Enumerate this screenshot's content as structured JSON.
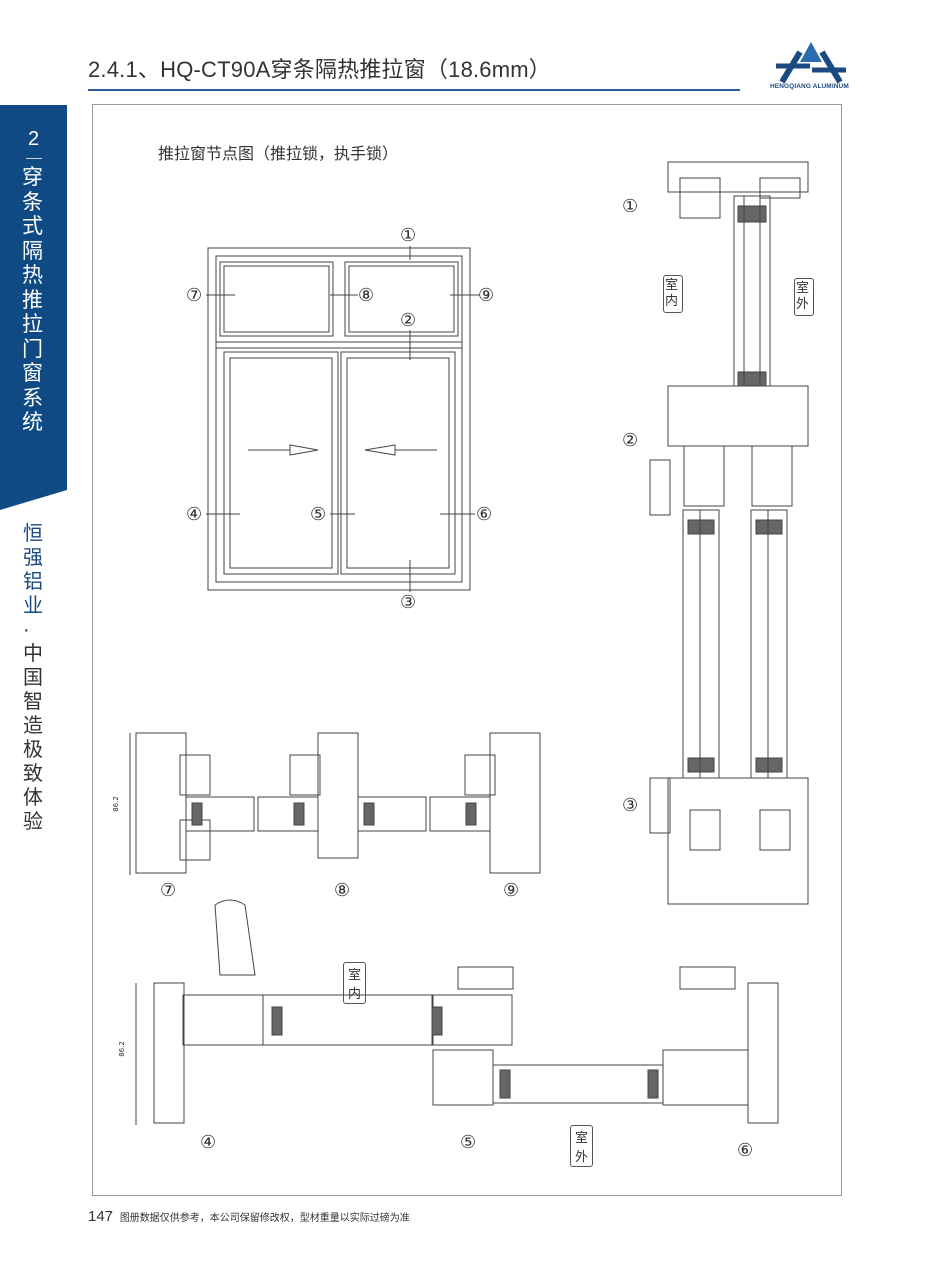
{
  "header": {
    "title": "2.4.1、HQ-CT90A穿条隔热推拉窗（18.6mm）",
    "logo_text": "HENGQIANG ALUMINUM",
    "accent_color": "#2a5d96"
  },
  "sidebar": {
    "chapter_number": "2",
    "chapter_title": "穿条式隔热推拉门窗系统",
    "slogan_brand": "恒强铝业",
    "slogan_dot": "·",
    "slogan_rest": "中国智造极致体验",
    "band_color": "#0f4a85"
  },
  "content": {
    "subtitle": "推拉窗节点图（推拉锁，执手锁）",
    "elevation_markers": [
      "①",
      "②",
      "③",
      "④",
      "⑤",
      "⑥",
      "⑦",
      "⑧",
      "⑨"
    ],
    "vertical_section": {
      "markers": [
        "①",
        "②",
        "③"
      ],
      "indoor_label": "室内",
      "outdoor_label": "室外"
    },
    "horizontal_sections_top": {
      "markers": [
        "⑦",
        "⑧",
        "⑨"
      ],
      "dimension": "86.2"
    },
    "horizontal_sections_bottom": {
      "markers": [
        "④",
        "⑤",
        "⑥"
      ],
      "dimension": "86.2",
      "indoor_label": "室内",
      "outdoor_label": "室外"
    }
  },
  "footer": {
    "page_number": "147",
    "note": "图册数据仅供参考，本公司保留修改权，型材重量以实际过磅为准"
  }
}
